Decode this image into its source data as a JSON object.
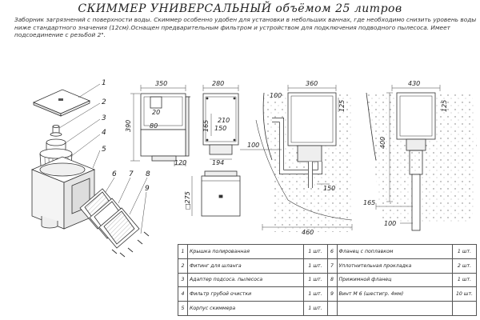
{
  "title": "СКИММЕР  УНИВЕРСАЛЬНЫЙ объёмом 25 литров",
  "description": "Заборник загрязнений с поверхности воды. Скиммер особенно удобен для установки в небольших ваннах, где необходимо снизить уровень воды ниже стандартного значения (12см).Оснащен предварительным фильтром и устройством для подключения подводного пылесоса. Имеет подсоединение с резьбой 2\".",
  "callouts": [
    "1",
    "2",
    "3",
    "4",
    "5",
    "6",
    "7",
    "8",
    "9"
  ],
  "dimensions": {
    "front_width": "350",
    "front_height": "390",
    "front_d1": "20",
    "front_d2": "80",
    "front_bottom": "120",
    "side_width": "280",
    "side_d1": "165",
    "side_d2": "210",
    "side_d3": "150",
    "side_bottom": "194",
    "top_square": "□275",
    "install_width": "360",
    "install_100a": "100",
    "install_125a": "125",
    "install_100b": "100",
    "install_150": "150",
    "install_460": "460",
    "right_width": "430",
    "right_125": "125",
    "right_400": "400",
    "right_165": "165",
    "right_100": "100"
  },
  "parts_table": [
    {
      "left_no": "1",
      "left_name": "Крышка полированная",
      "left_qty": "1 шт.",
      "right_no": "6",
      "right_name": "Фланец с поплавком",
      "right_qty": "1 шт."
    },
    {
      "left_no": "2",
      "left_name": "Фитинг для шланга",
      "left_qty": "1 шт.",
      "right_no": "7",
      "right_name": "Уплотнительная прокладка",
      "right_qty": "2 шт."
    },
    {
      "left_no": "3",
      "left_name": "Адаптер подсоса. пылесоса",
      "left_qty": "1 шт.",
      "right_no": "8",
      "right_name": "Прижимной фланец",
      "right_qty": "1 шт."
    },
    {
      "left_no": "4",
      "left_name": "Фильтр грубой очистки",
      "left_qty": "1 шт.",
      "right_no": "9",
      "right_name": "Винт М 6 (шестигр. 4мм)",
      "right_qty": "10 шт."
    },
    {
      "left_no": "5",
      "left_name": "Корпус скиммера",
      "left_qty": "1 шт.",
      "right_no": "",
      "right_name": "",
      "right_qty": ""
    }
  ]
}
